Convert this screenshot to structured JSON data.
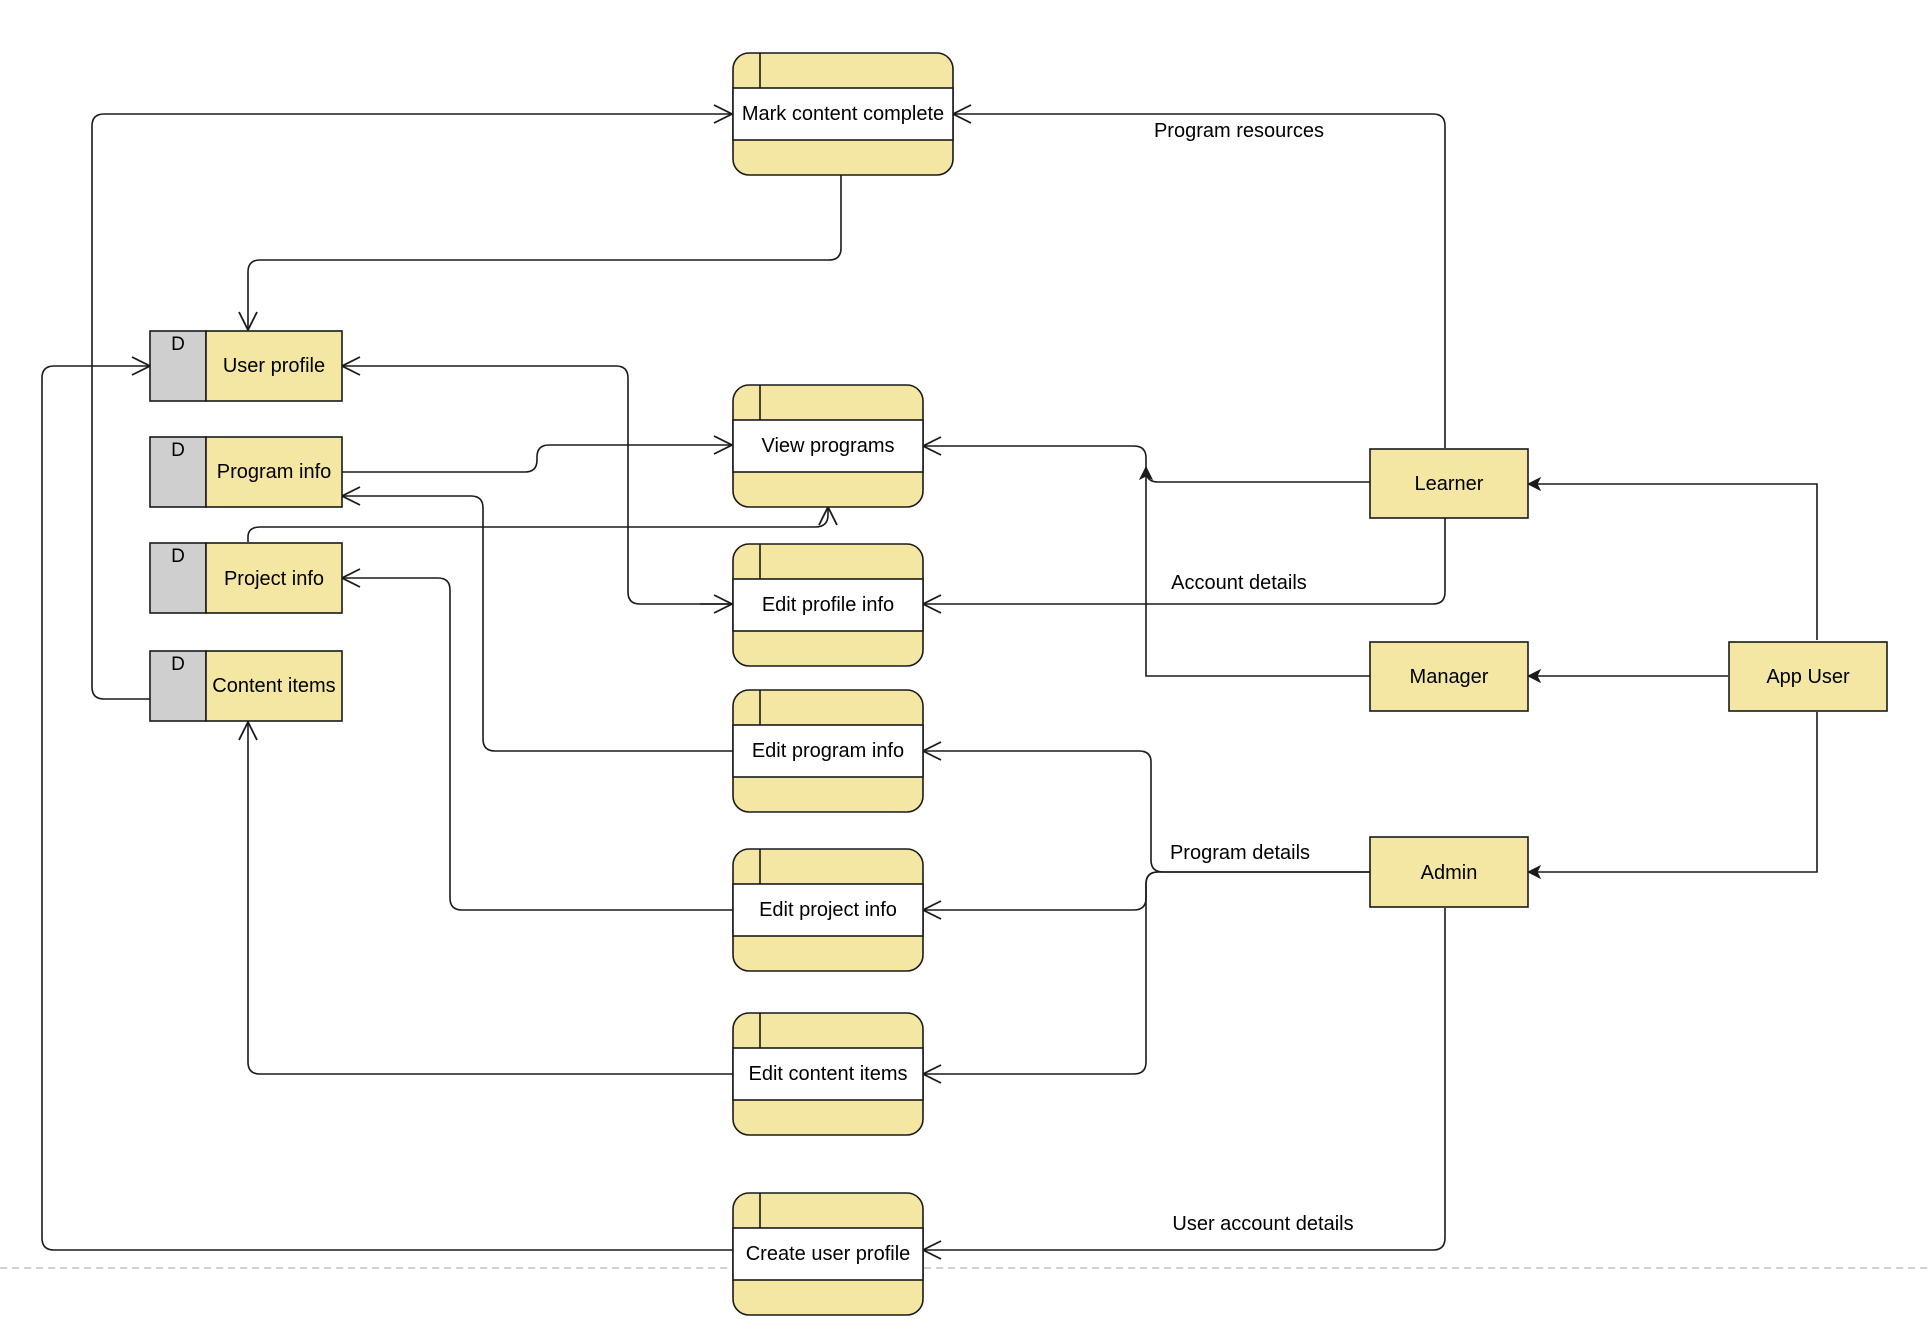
{
  "diagram": {
    "type": "data-flow-diagram",
    "colors": {
      "fill": "#f3e7a3",
      "store_id_fill": "#cfcfcf",
      "stroke": "#1a1a1a",
      "page_edge": "#c4c4c4"
    },
    "processes": [
      {
        "id": "mark",
        "label": "Mark content complete"
      },
      {
        "id": "view",
        "label": "View programs"
      },
      {
        "id": "editprofile",
        "label": "Edit profile info"
      },
      {
        "id": "editprogram",
        "label": "Edit program info"
      },
      {
        "id": "editproject",
        "label": "Edit project info"
      },
      {
        "id": "editcontent",
        "label": "Edit content items"
      },
      {
        "id": "createuser",
        "label": "Create user profile"
      }
    ],
    "data_stores": [
      {
        "id": "userprofile",
        "code": "D",
        "label": "User profile"
      },
      {
        "id": "programinfo",
        "code": "D",
        "label": "Program info"
      },
      {
        "id": "projectinfo",
        "code": "D",
        "label": "Project info"
      },
      {
        "id": "contentitems",
        "code": "D",
        "label": "Content items"
      }
    ],
    "entities": [
      {
        "id": "learner",
        "label": "Learner"
      },
      {
        "id": "manager",
        "label": "Manager"
      },
      {
        "id": "admin",
        "label": "Admin"
      },
      {
        "id": "appuser",
        "label": "App User"
      }
    ],
    "flow_labels": [
      {
        "id": "program-resources",
        "text": "Program resources"
      },
      {
        "id": "account-details",
        "text": "Account details"
      },
      {
        "id": "program-details",
        "text": "Program details"
      },
      {
        "id": "user-account-details",
        "text": "User account details"
      }
    ],
    "flows": [
      {
        "from": "contentitems",
        "to": "mark"
      },
      {
        "from": "learner",
        "to": "mark",
        "label": "Program resources"
      },
      {
        "from": "mark",
        "to": "userprofile"
      },
      {
        "from": "createuser",
        "to": "userprofile"
      },
      {
        "from": "userprofile",
        "to": "editprofile"
      },
      {
        "from": "programinfo",
        "to": "view"
      },
      {
        "from": "projectinfo",
        "to": "view"
      },
      {
        "from": "learner",
        "to": "view"
      },
      {
        "from": "manager",
        "to": "view"
      },
      {
        "from": "learner",
        "to": "editprofile",
        "label": "Account details"
      },
      {
        "from": "editprogram",
        "to": "programinfo"
      },
      {
        "from": "editproject",
        "to": "projectinfo"
      },
      {
        "from": "editcontent",
        "to": "contentitems"
      },
      {
        "from": "admin",
        "to": "editprogram",
        "label": "Program details"
      },
      {
        "from": "admin",
        "to": "editproject"
      },
      {
        "from": "admin",
        "to": "editcontent"
      },
      {
        "from": "admin",
        "to": "createuser",
        "label": "User account details"
      },
      {
        "from": "appuser",
        "to": "learner"
      },
      {
        "from": "appuser",
        "to": "manager"
      },
      {
        "from": "appuser",
        "to": "admin"
      }
    ]
  }
}
